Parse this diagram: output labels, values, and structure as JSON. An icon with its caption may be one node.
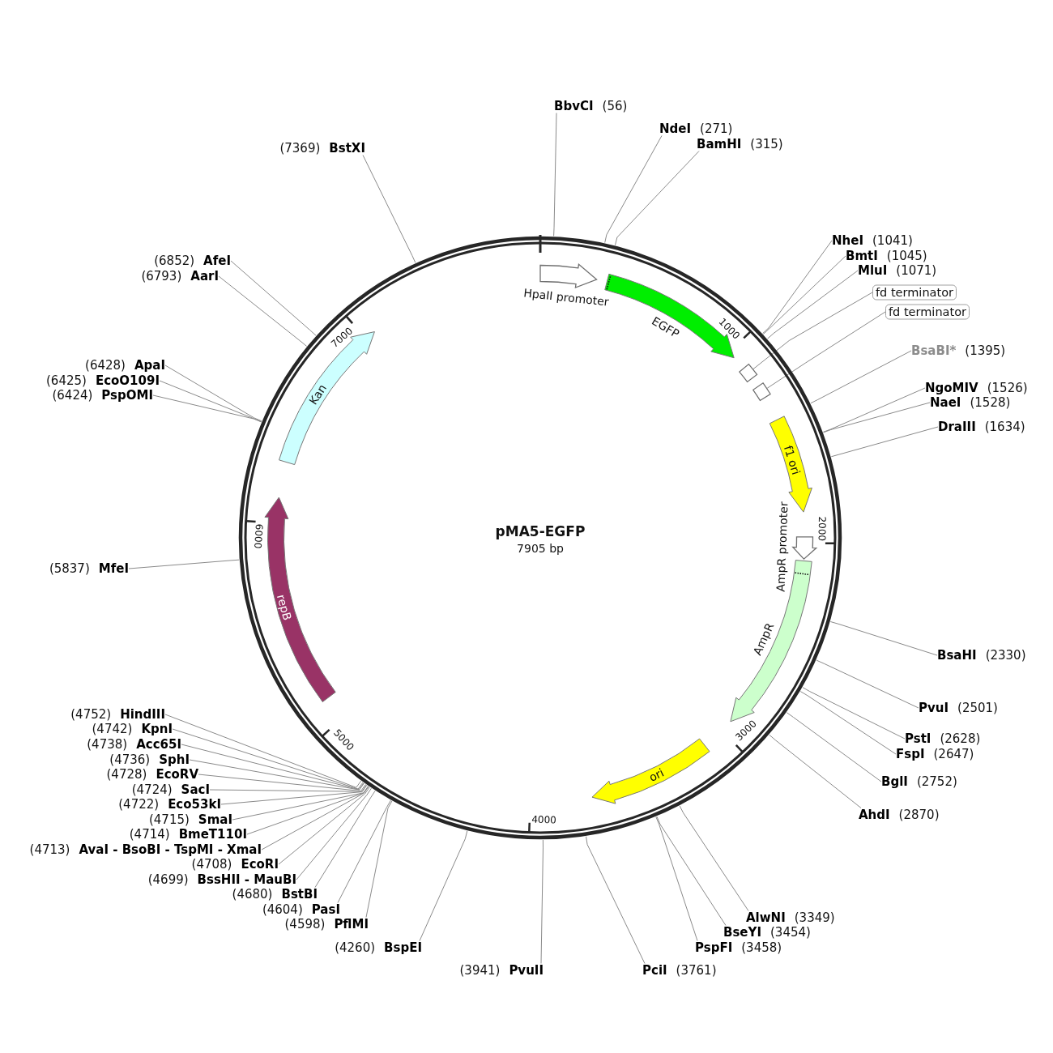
{
  "diagram": {
    "title": "pMA5-EGFP",
    "nodes": [
      {
        "text": [
          "BbvCI",
          "(56)"
        ]
      },
      {
        "text": [
          "NdeI",
          "(271)"
        ]
      },
      {
        "text": [
          "BamHI",
          "(315)"
        ]
      },
      {
        "text": [
          "NheI",
          "(1041)"
        ]
      },
      {
        "text": [
          "BmtI",
          "(1045)"
        ]
      },
      {
        "text": [
          "MluI",
          "(1071)"
        ]
      },
      {
        "text": [
          "fd terminator"
        ]
      },
      {
        "text": [
          "fd terminator"
        ]
      },
      {
        "text": [
          "BsaBI*",
          "(1395)"
        ]
      },
      {
        "text": [
          "NgoMIV",
          "(1526)"
        ]
      },
      {
        "text": [
          "NaeI",
          "(1528)"
        ]
      },
      {
        "text": [
          "DraIII",
          "(1634)"
        ]
      },
      {
        "text": [
          "BsaHI",
          "(2330)"
        ]
      },
      {
        "text": [
          "PvuI",
          "(2501)"
        ]
      },
      {
        "text": [
          "PstI",
          "(2628)"
        ]
      },
      {
        "text": [
          "FspI",
          "(2647)"
        ]
      },
      {
        "text": [
          "BglI",
          "(2752)"
        ]
      },
      {
        "text": [
          "AhdI",
          "(2870)"
        ]
      },
      {
        "text": [
          "AlwNI",
          "(3349)"
        ]
      },
      {
        "text": [
          "BseYI",
          "(3454)"
        ]
      },
      {
        "text": [
          "PspFI",
          "(3458)"
        ]
      },
      {
        "text": [
          "PciI",
          "(3761)"
        ]
      },
      {
        "text": [
          "(3941)",
          "PvuII"
        ]
      },
      {
        "text": [
          "(4260)",
          "BspEI"
        ]
      },
      {
        "text": [
          "(4598)",
          "PflMI"
        ]
      },
      {
        "text": [
          "(4604)",
          "PasI"
        ]
      },
      {
        "text": [
          "(4680)",
          "BstBI"
        ]
      },
      {
        "text": [
          "(4699)",
          "BssHII - MauBI"
        ]
      },
      {
        "text": [
          "(4708)",
          "EcoRI"
        ]
      },
      {
        "text": [
          "(4713)",
          "AvaI - BsoBI - TspMI - XmaI"
        ]
      },
      {
        "text": [
          "(4714)",
          "BmeT110I"
        ]
      },
      {
        "text": [
          "(4715)",
          "SmaI"
        ]
      },
      {
        "text": [
          "(4722)",
          "Eco53kI"
        ]
      },
      {
        "text": [
          "(4724)",
          "SacI"
        ]
      },
      {
        "text": [
          "(4728)",
          "EcoRV"
        ]
      },
      {
        "text": [
          "(4736)",
          "SphI"
        ]
      },
      {
        "text": [
          "(4738)",
          "Acc65I"
        ]
      },
      {
        "text": [
          "(4742)",
          "KpnI"
        ]
      },
      {
        "text": [
          "(4752)",
          "HindIII"
        ]
      },
      {
        "text": [
          "(5837)",
          "MfeI"
        ]
      },
      {
        "text": [
          "(6424)",
          "PspOMI"
        ]
      },
      {
        "text": [
          "(6425)",
          "EcoO109I"
        ]
      },
      {
        "text": [
          "(6428)",
          "ApaI"
        ]
      },
      {
        "text": [
          "(6793)",
          "AarI"
        ]
      },
      {
        "text": [
          "(6852)",
          "AfeI"
        ]
      },
      {
        "text": [
          "(7369)",
          "BstXI"
        ]
      },
      {
        "text": [],
        "shape": "box"
      },
      {
        "text": [],
        "shape": "box"
      },
      {
        "text": [
          "HpaII promoter"
        ]
      },
      {
        "text": [
          "EGFP"
        ]
      },
      {
        "text": [
          "f1 ori"
        ]
      },
      {
        "text": [
          "AmpR promoter"
        ]
      },
      {
        "text": [
          "AmpR"
        ]
      },
      {
        "text": [
          "ori"
        ]
      },
      {
        "text": [
          "repB"
        ]
      },
      {
        "text": [
          "Kan"
        ]
      }
    ],
    "edges": [
      {
        "from": 0,
        "to": null,
        "arrow": "none"
      },
      {
        "from": 1,
        "to": null,
        "arrow": "none"
      },
      {
        "from": 2,
        "to": null,
        "arrow": "none"
      },
      {
        "from": 3,
        "to": null,
        "arrow": "none"
      },
      {
        "from": 4,
        "to": null,
        "arrow": "none"
      },
      {
        "from": 5,
        "to": null,
        "arrow": "none"
      },
      {
        "from": 6,
        "to": 46,
        "arrow": "none"
      },
      {
        "from": 7,
        "to": 47,
        "arrow": "none"
      },
      {
        "from": 8,
        "to": null,
        "arrow": "none"
      },
      {
        "from": 9,
        "to": null,
        "arrow": "none"
      },
      {
        "from": 10,
        "to": null,
        "arrow": "none"
      },
      {
        "from": 11,
        "to": null,
        "arrow": "none"
      },
      {
        "from": 12,
        "to": null,
        "arrow": "none"
      },
      {
        "from": 13,
        "to": null,
        "arrow": "none"
      },
      {
        "from": 14,
        "to": null,
        "arrow": "none"
      },
      {
        "from": 15,
        "to": null,
        "arrow": "none"
      },
      {
        "from": 16,
        "to": null,
        "arrow": "none"
      },
      {
        "from": 17,
        "to": null,
        "arrow": "none"
      },
      {
        "from": 18,
        "to": null,
        "arrow": "none"
      },
      {
        "from": 19,
        "to": null,
        "arrow": "none"
      },
      {
        "from": 20,
        "to": null,
        "arrow": "none"
      },
      {
        "from": 21,
        "to": null,
        "arrow": "none"
      },
      {
        "from": 22,
        "to": null,
        "arrow": "none"
      },
      {
        "from": 23,
        "to": null,
        "arrow": "none"
      },
      {
        "from": 24,
        "to": null,
        "arrow": "none"
      },
      {
        "from": 25,
        "to": null,
        "arrow": "none"
      },
      {
        "from": 26,
        "to": null,
        "arrow": "none"
      },
      {
        "from": 27,
        "to": null,
        "arrow": "none"
      },
      {
        "from": 28,
        "to": null,
        "arrow": "none"
      },
      {
        "from": 29,
        "to": null,
        "arrow": "none"
      },
      {
        "from": 30,
        "to": null,
        "arrow": "none"
      },
      {
        "from": 31,
        "to": null,
        "arrow": "none"
      },
      {
        "from": 32,
        "to": null,
        "arrow": "none"
      },
      {
        "from": 33,
        "to": null,
        "arrow": "none"
      },
      {
        "from": 34,
        "to": null,
        "arrow": "none"
      },
      {
        "from": 35,
        "to": null,
        "arrow": "none"
      },
      {
        "from": 36,
        "to": null,
        "arrow": "none"
      },
      {
        "from": 37,
        "to": null,
        "arrow": "none"
      },
      {
        "from": 38,
        "to": null,
        "arrow": "none"
      },
      {
        "from": 39,
        "to": null,
        "arrow": "none"
      },
      {
        "from": 40,
        "to": null,
        "arrow": "none"
      },
      {
        "from": 41,
        "to": null,
        "arrow": "none"
      },
      {
        "from": 42,
        "to": null,
        "arrow": "none"
      },
      {
        "from": 43,
        "to": null,
        "arrow": "none"
      },
      {
        "from": 44,
        "to": null,
        "arrow": "none"
      },
      {
        "from": 45,
        "to": null,
        "arrow": "none"
      }
    ],
    "labels": [
      "7905 bp",
      "1000",
      "2000",
      "3000",
      "4000",
      "5000",
      "6000",
      "7000"
    ]
  }
}
